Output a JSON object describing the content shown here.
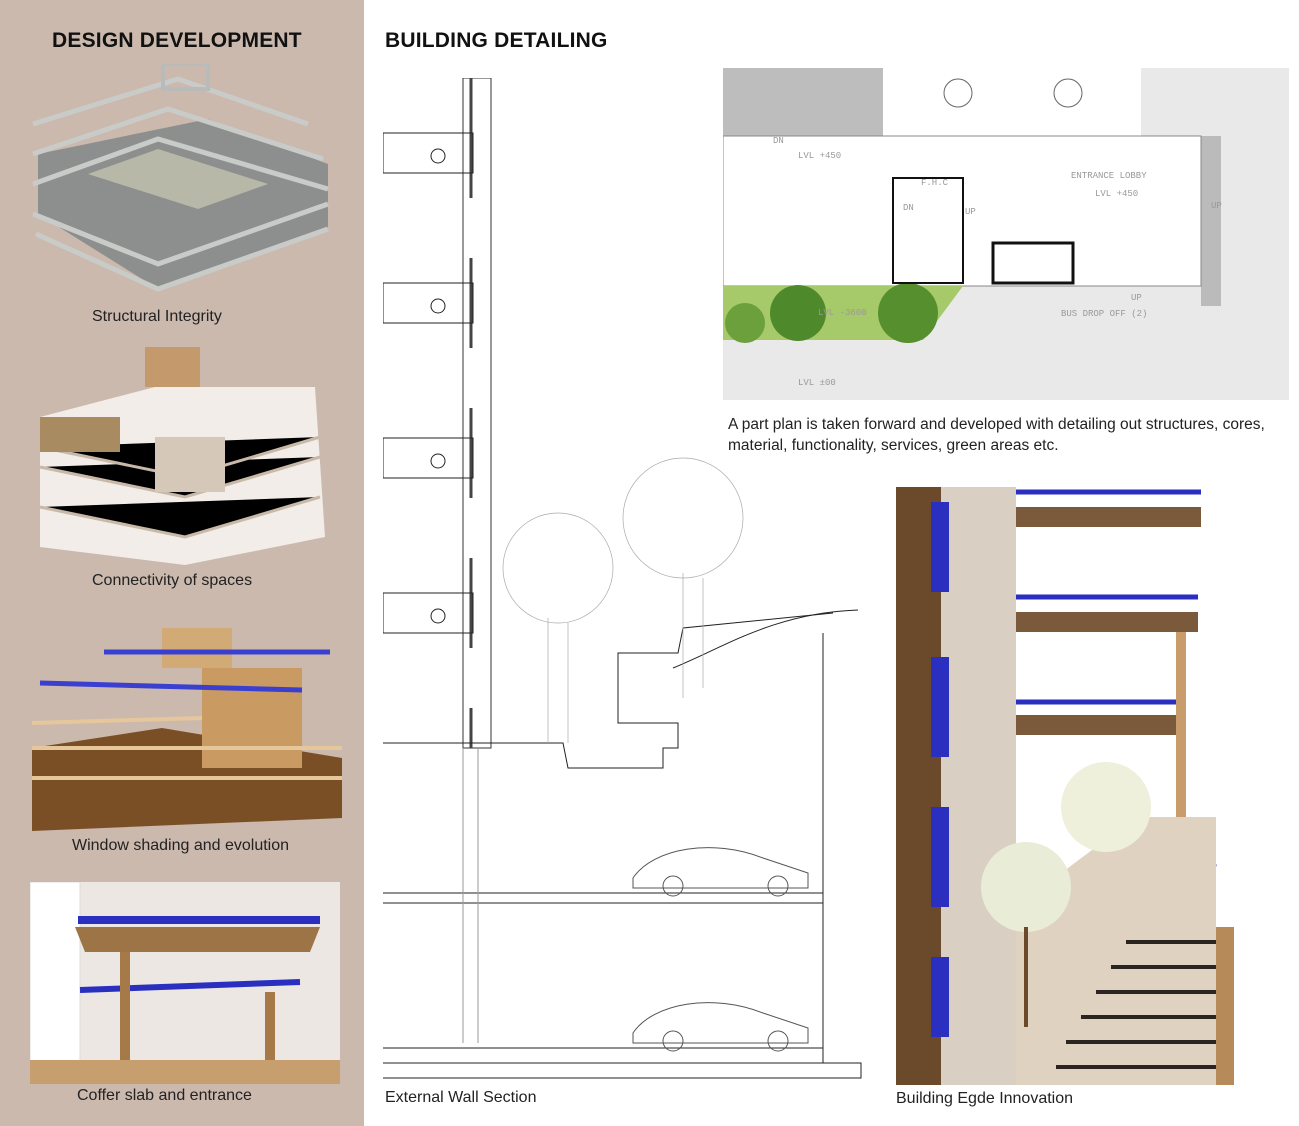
{
  "sidebar": {
    "title": "DESIGN DEVELOPMENT",
    "captions": [
      "Structural Integrity",
      "Connectivity of spaces",
      "Window shading and evolution",
      "Coffer slab and entrance"
    ]
  },
  "main": {
    "title": "BUILDING DETAILING",
    "section_caption": "External Wall Section",
    "model_caption": "Building Egde Innovation",
    "description": "A part plan is taken forward and developed with detailing out structures, cores, material, functionality, services, green areas etc.",
    "plan_labels": {
      "dn1": "DN",
      "lvl1": "LVL +450",
      "lobby": "ENTRANCE LOBBY",
      "lvl2": "LVL +450",
      "up1": "UP",
      "dn2": "DN",
      "up2": "UP",
      "fhc": "F.H.C",
      "lvl3": "LVL -3600",
      "lvl4": "LVL ±00",
      "bus": "BUS DROP OFF (2)",
      "up3": "UP"
    }
  },
  "colors": {
    "sidebar_bg": "#cbb9ae",
    "model_blue": "#2a2fc0",
    "green": "#8bbf4a"
  }
}
